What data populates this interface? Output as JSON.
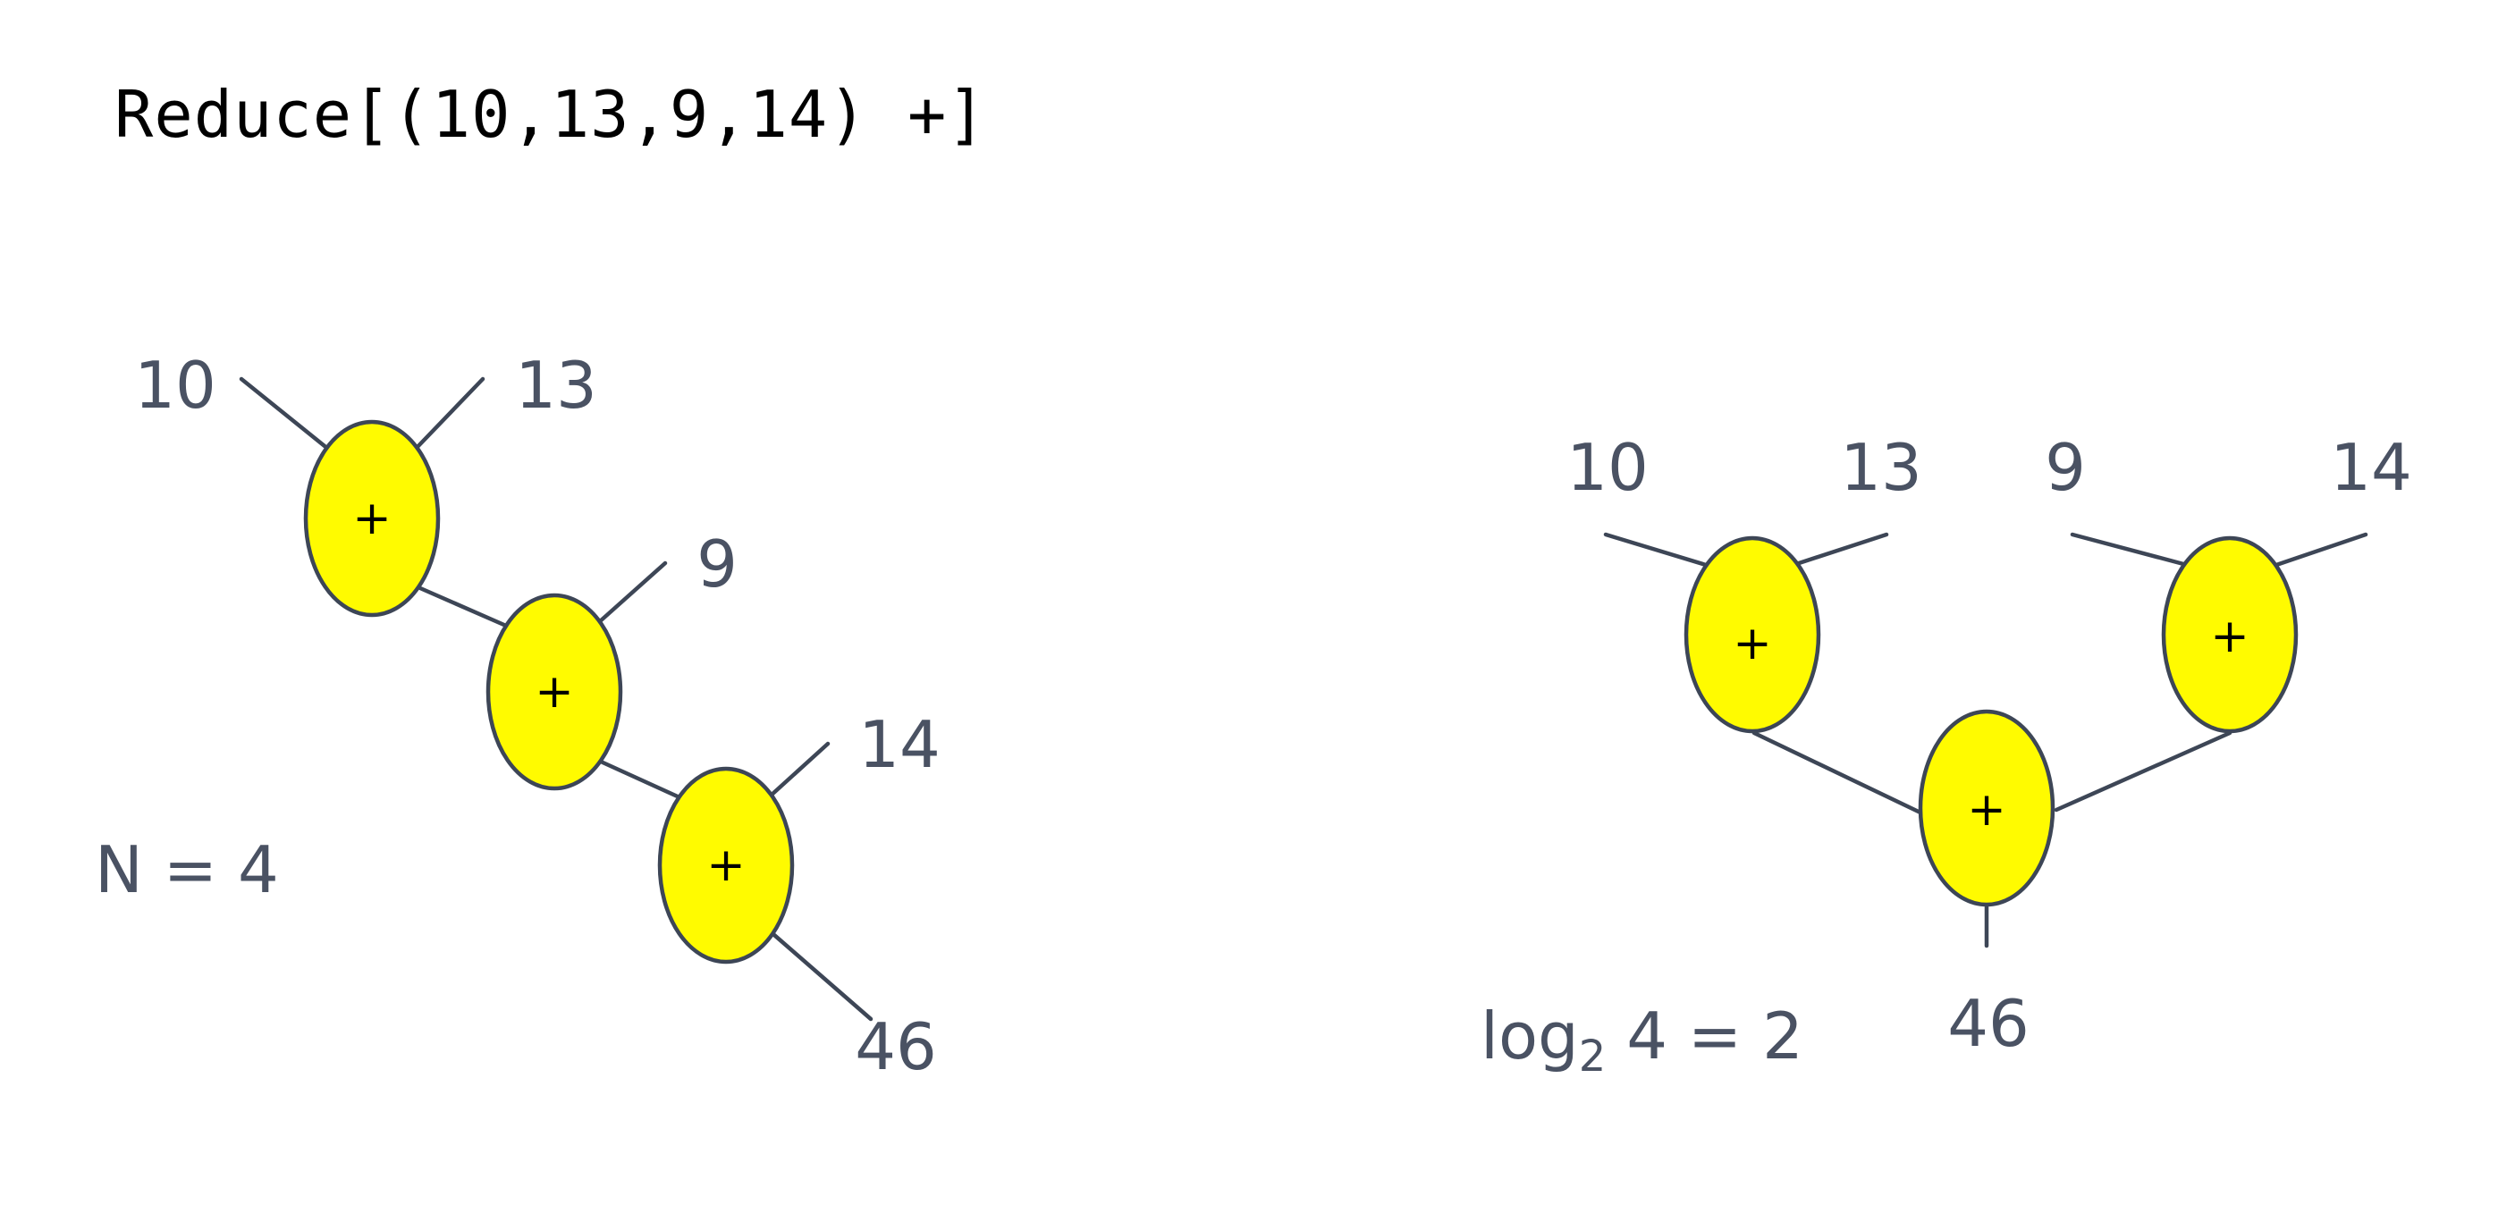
{
  "title": "Reduce[(10,13,9,14) +]",
  "operator": "+",
  "sequential": {
    "inputs": [
      "10",
      "13",
      "9",
      "14"
    ],
    "result": "46",
    "note": "N = 4"
  },
  "tree": {
    "inputs": [
      "10",
      "13",
      "9",
      "14"
    ],
    "result": "46",
    "note": {
      "prefix": "log",
      "subscript": "2",
      "suffix": " 4 = 2"
    }
  },
  "colors": {
    "node_fill": "#fffb00",
    "line": "#3d4656",
    "label_text": "#4a5263",
    "code_text": "#000000"
  }
}
